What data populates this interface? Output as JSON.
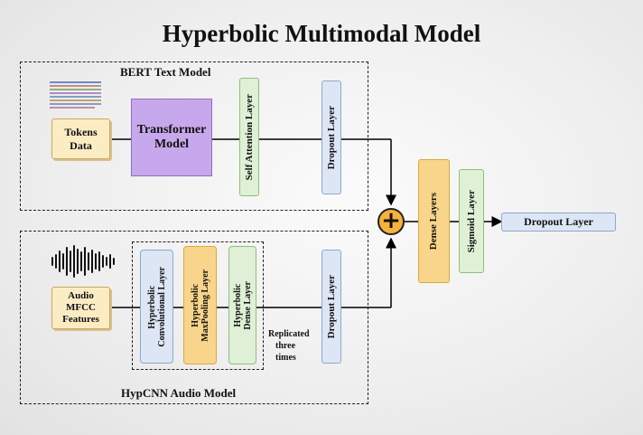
{
  "title": "Hyperbolic Multimodal Model",
  "regions": {
    "bert": "BERT Text Model",
    "hypcnn": "HypCNN Audio Model"
  },
  "text_branch": {
    "input": [
      "Tokens",
      "Data"
    ],
    "transformer": [
      "Transformer",
      "Model"
    ],
    "attention": "Self Attention Layer",
    "dropout": "Dropout Layer"
  },
  "audio_branch": {
    "input": [
      "Audio",
      "MFCC",
      "Features"
    ],
    "conv": [
      "Hyperbolic",
      "Convolutional Layer"
    ],
    "pool": [
      "Hyperbolic",
      "MaxPooling Layer"
    ],
    "dense": [
      "Hyperbolic",
      "Dense Layer"
    ],
    "replicated_note": [
      "Replicated",
      "three",
      "times"
    ],
    "dropout": "Dropout Layer"
  },
  "fusion": {
    "symbol": "+",
    "dense": "Dense Layers",
    "sigmoid": "Sigmoid Layer",
    "output": "Dropout Layer"
  },
  "colors": {
    "transformer_fill": "#c8a8ec",
    "green_fill": "#dff0d6",
    "green_border": "#8fbf7a",
    "blue_fill": "#dde6f4",
    "blue_border": "#8ea8cf",
    "orange_fill": "#f8d58a",
    "orange_border": "#d9a840",
    "input_fill": "#fbecc4",
    "plus_fill": "#f7b23b"
  }
}
